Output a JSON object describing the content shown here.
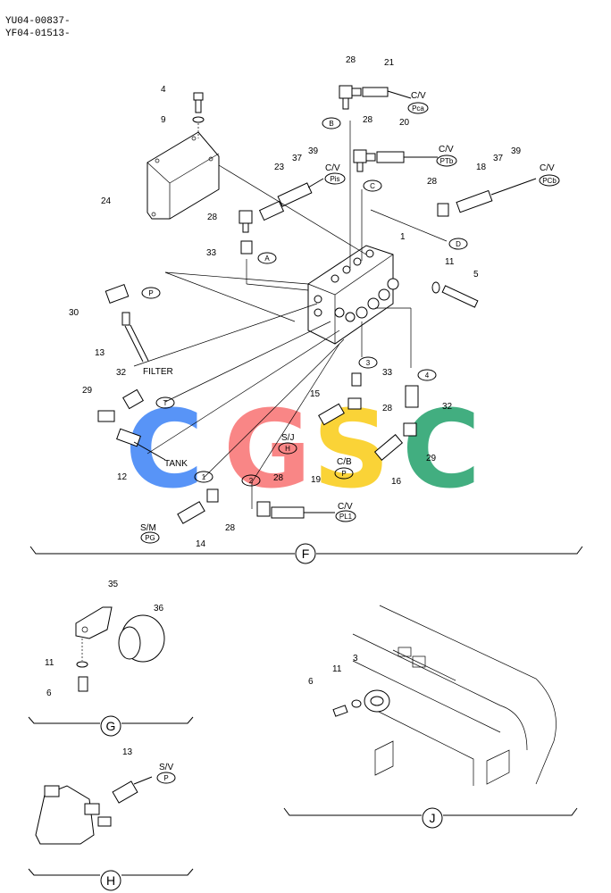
{
  "header": {
    "line1": "YU04-00837-",
    "line2": "YF04-01513-"
  },
  "watermark": {
    "letters": [
      "C",
      "G",
      "S",
      "C"
    ],
    "colors": [
      "#3b82f6",
      "#f87171",
      "#facc15",
      "#22a06b"
    ]
  },
  "callouts": {
    "c1": "1",
    "c3": "3",
    "c4": "4",
    "c5": "5",
    "c6": "6",
    "c9": "9",
    "c11": "11",
    "c12": "12",
    "c13": "13",
    "c14": "14",
    "c15": "15",
    "c16": "16",
    "c18": "18",
    "c19": "19",
    "c20": "20",
    "c21": "21",
    "c23": "23",
    "c24": "24",
    "c28": "28",
    "c29": "29",
    "c30": "30",
    "c32": "32",
    "c33": "33",
    "c35": "35",
    "c36": "36",
    "c37": "37",
    "c39": "39"
  },
  "labels": {
    "cv": "C/V",
    "sj": "S/J",
    "cb": "C/B",
    "sm": "S/M",
    "sv": "S/V",
    "filter": "FILTER",
    "tank": "TANK"
  },
  "tags": {
    "pca": "Pca",
    "ptb": "PTb",
    "pis": "Pis",
    "pcb": "PCb",
    "p": "P",
    "h": "H",
    "pl1": "PL1",
    "pg": "PG",
    "t": "T",
    "a": "A",
    "b": "B",
    "c": "C",
    "d": "D",
    "n1": "1",
    "n2": "2",
    "n3": "3",
    "n4": "4"
  },
  "sections": {
    "f": "F",
    "g": "G",
    "h": "H",
    "j": "J"
  }
}
